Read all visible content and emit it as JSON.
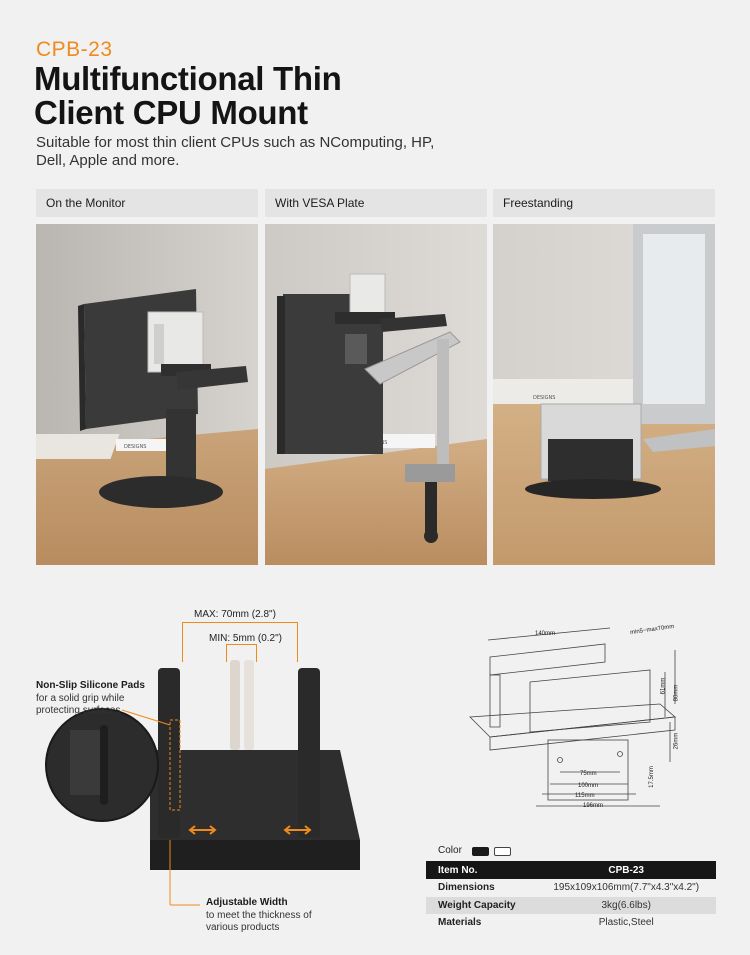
{
  "header": {
    "model": "CPB-23",
    "title_line1": "Multifunctional Thin",
    "title_line2": "Client CPU Mount",
    "subtitle": "Suitable for most thin client CPUs such as NComputing, HP, Dell, Apple and more."
  },
  "modes": [
    {
      "label": "On the Monitor"
    },
    {
      "label": "With VESA Plate"
    },
    {
      "label": "Freestanding"
    }
  ],
  "photo_text": {
    "brand": "DESIGNS"
  },
  "width_diagram": {
    "max_label": "MAX: 70mm (2.8\")",
    "min_label": "MIN: 5mm (0.2\")"
  },
  "callouts": {
    "pads_title": "Non-Slip Silicone Pads",
    "pads_text_1": "for a solid grip while",
    "pads_text_2": "protecting surfaces",
    "width_title": "Adjustable Width",
    "width_text_1": "to meet the thickness of",
    "width_text_2": "various products"
  },
  "technical_drawing": {
    "width_140": "140mm",
    "gap_range": "min5~max70mm",
    "height_61": "61mm",
    "height_80": "80mm",
    "height_26": "26mm",
    "hole_75": "75mm",
    "hole_100": "100mm",
    "hole_115": "115mm",
    "width_196": "196mm",
    "hole_height": "17.5mm"
  },
  "colors": {
    "label": "Color",
    "options": [
      "#1a1a1a",
      "#ffffff"
    ],
    "accent": "#f08a1c"
  },
  "spec_table": {
    "headers": [
      "Item No.",
      "CPB-23"
    ],
    "rows": [
      {
        "label": "Dimensions",
        "value": "195x109x106mm(7.7\"x4.3\"x4.2\")"
      },
      {
        "label": "Weight Capacity",
        "value": "3kg(6.6lbs)"
      },
      {
        "label": "Materials",
        "value": "Plastic,Steel"
      }
    ]
  }
}
